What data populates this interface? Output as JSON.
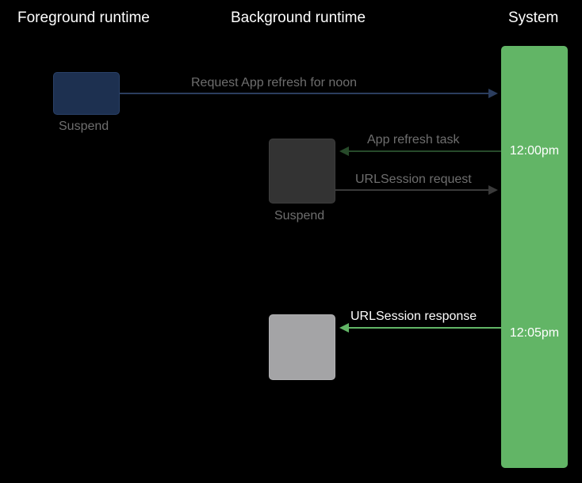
{
  "headers": {
    "foreground": "Foreground runtime",
    "background": "Background runtime",
    "system": "System"
  },
  "foreground": {
    "state_label": "Suspend"
  },
  "background": {
    "first_state_label": "Suspend"
  },
  "system": {
    "times": [
      "12:00pm",
      "12:05pm"
    ]
  },
  "arrows": [
    {
      "label": "Request App refresh for noon",
      "from": "foreground",
      "to": "system",
      "color": "#2b3d5e"
    },
    {
      "label": "App refresh task",
      "from": "system",
      "to": "background",
      "color": "#274a2a"
    },
    {
      "label": "URLSession request",
      "from": "background",
      "to": "system",
      "color": "#3a3a3a"
    },
    {
      "label": "URLSession response",
      "from": "system",
      "to": "background",
      "color": "#62b566"
    }
  ],
  "colors": {
    "background": "#000000",
    "system_bar": "#62b566",
    "foreground_box": "#1d3050",
    "background_box_suspended": "#333333",
    "background_box_active": "#a4a4a6",
    "dim_text": "#6e6e6e",
    "bright_text": "#ffffff"
  }
}
